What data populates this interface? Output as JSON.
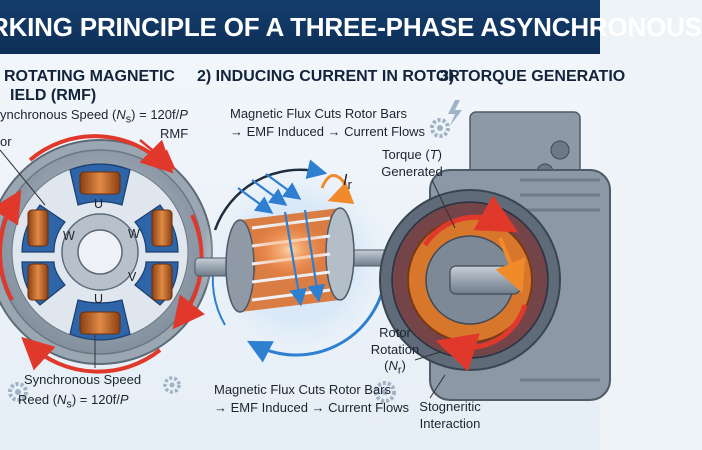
{
  "title": "RKING PRINCIPLE OF A THREE-PHASE ASYNCHRONOUS",
  "panel1": {
    "heading_line1": "ROTATING MAGNETIC",
    "heading_line2": "IELD (RMF)",
    "formula_prefix": "ynchronous Speed (",
    "formula_symbol": "N",
    "formula_sub": "s",
    "formula_suffix": ") = 120f/",
    "formula_p": "P",
    "rmf_label": "RMF",
    "rotor_label": "or",
    "pole_labels": [
      "U",
      "W",
      "W",
      "V",
      "U"
    ],
    "bottom_line1": "Synchronous Speed",
    "bottom_prefix": "Reed (",
    "bottom_symbol": "N",
    "bottom_sub": "s",
    "bottom_suffix": ") = 120f/",
    "bottom_p": "P"
  },
  "panel2": {
    "heading": "2) INDUCING CURRENT IN ROTOR",
    "top_line1": "Magnetic Flux Cuts Rotor Bars",
    "top_line2": "→ EMF Induced → Current Flows",
    "current_symbol": "I",
    "current_sub": "r",
    "bottom_line1": "Magnetic Flux Cuts Rotor Bars",
    "bottom_line2": "→ EMF Induced → Current Flows"
  },
  "panel3": {
    "heading": "3) TORQUE GENERATIO",
    "torque_prefix": "Torque (",
    "torque_symbol": "T",
    "torque_suffix": ")",
    "torque_line2": "Generated",
    "rotor_line1": "Rotor",
    "rotor_line2": "Rotation",
    "rotor_prefix": "(",
    "rotor_symbol": "N",
    "rotor_sub": "r",
    "rotor_suffix": ")",
    "interaction_line1": "Stogneritic",
    "interaction_line2": "Interaction"
  },
  "colors": {
    "title_bg": "#143d6c",
    "copper": "#c8682a",
    "arrow_red": "#e0392b",
    "arrow_blue": "#2f7fd1",
    "steel": "#7e8b99",
    "background": "#eef3f8"
  },
  "icons": [
    "gear-icon",
    "lightning-icon"
  ]
}
